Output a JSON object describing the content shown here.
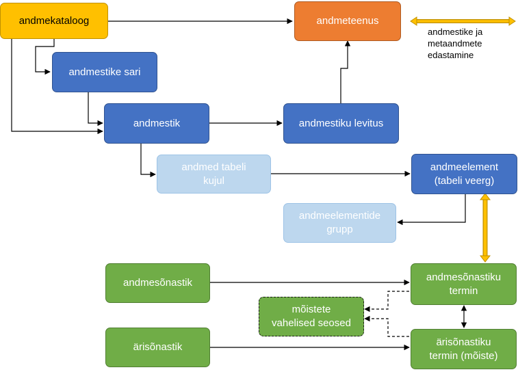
{
  "nodes": {
    "andmekataloog": "andmekataloog",
    "andmeteenus": "andmeteenus",
    "andmestike_sari": "andmestike sari",
    "andmestik": "andmestik",
    "andmestiku_levitus": "andmestiku levitus",
    "andmed_tabeli_kujul": "andmed tabeli\nkujul",
    "andmeelement": "andmeelement\n(tabeli veerg)",
    "andmeelementide_grupp": "andmeelementide\ngrupp",
    "andmesonastik": "andmesõnastik",
    "andmesonastiku_termin": "andmesõnastiku\ntermin",
    "moistete_seosed": "mõistete\nvahelised seosed",
    "arisonastik": "ärisõnastik",
    "arisonastiku_termin": "ärisõnastiku\ntermin (mõiste)"
  },
  "legend": {
    "text": "andmestike ja\nmetaandmete\nedastamine"
  },
  "colors": {
    "yellow": "#ffc000",
    "orange": "#ed7d31",
    "blue": "#4472c4",
    "light_blue": "#bdd7ee",
    "green": "#70ad47",
    "transfer_arrow": "#ffc000"
  }
}
